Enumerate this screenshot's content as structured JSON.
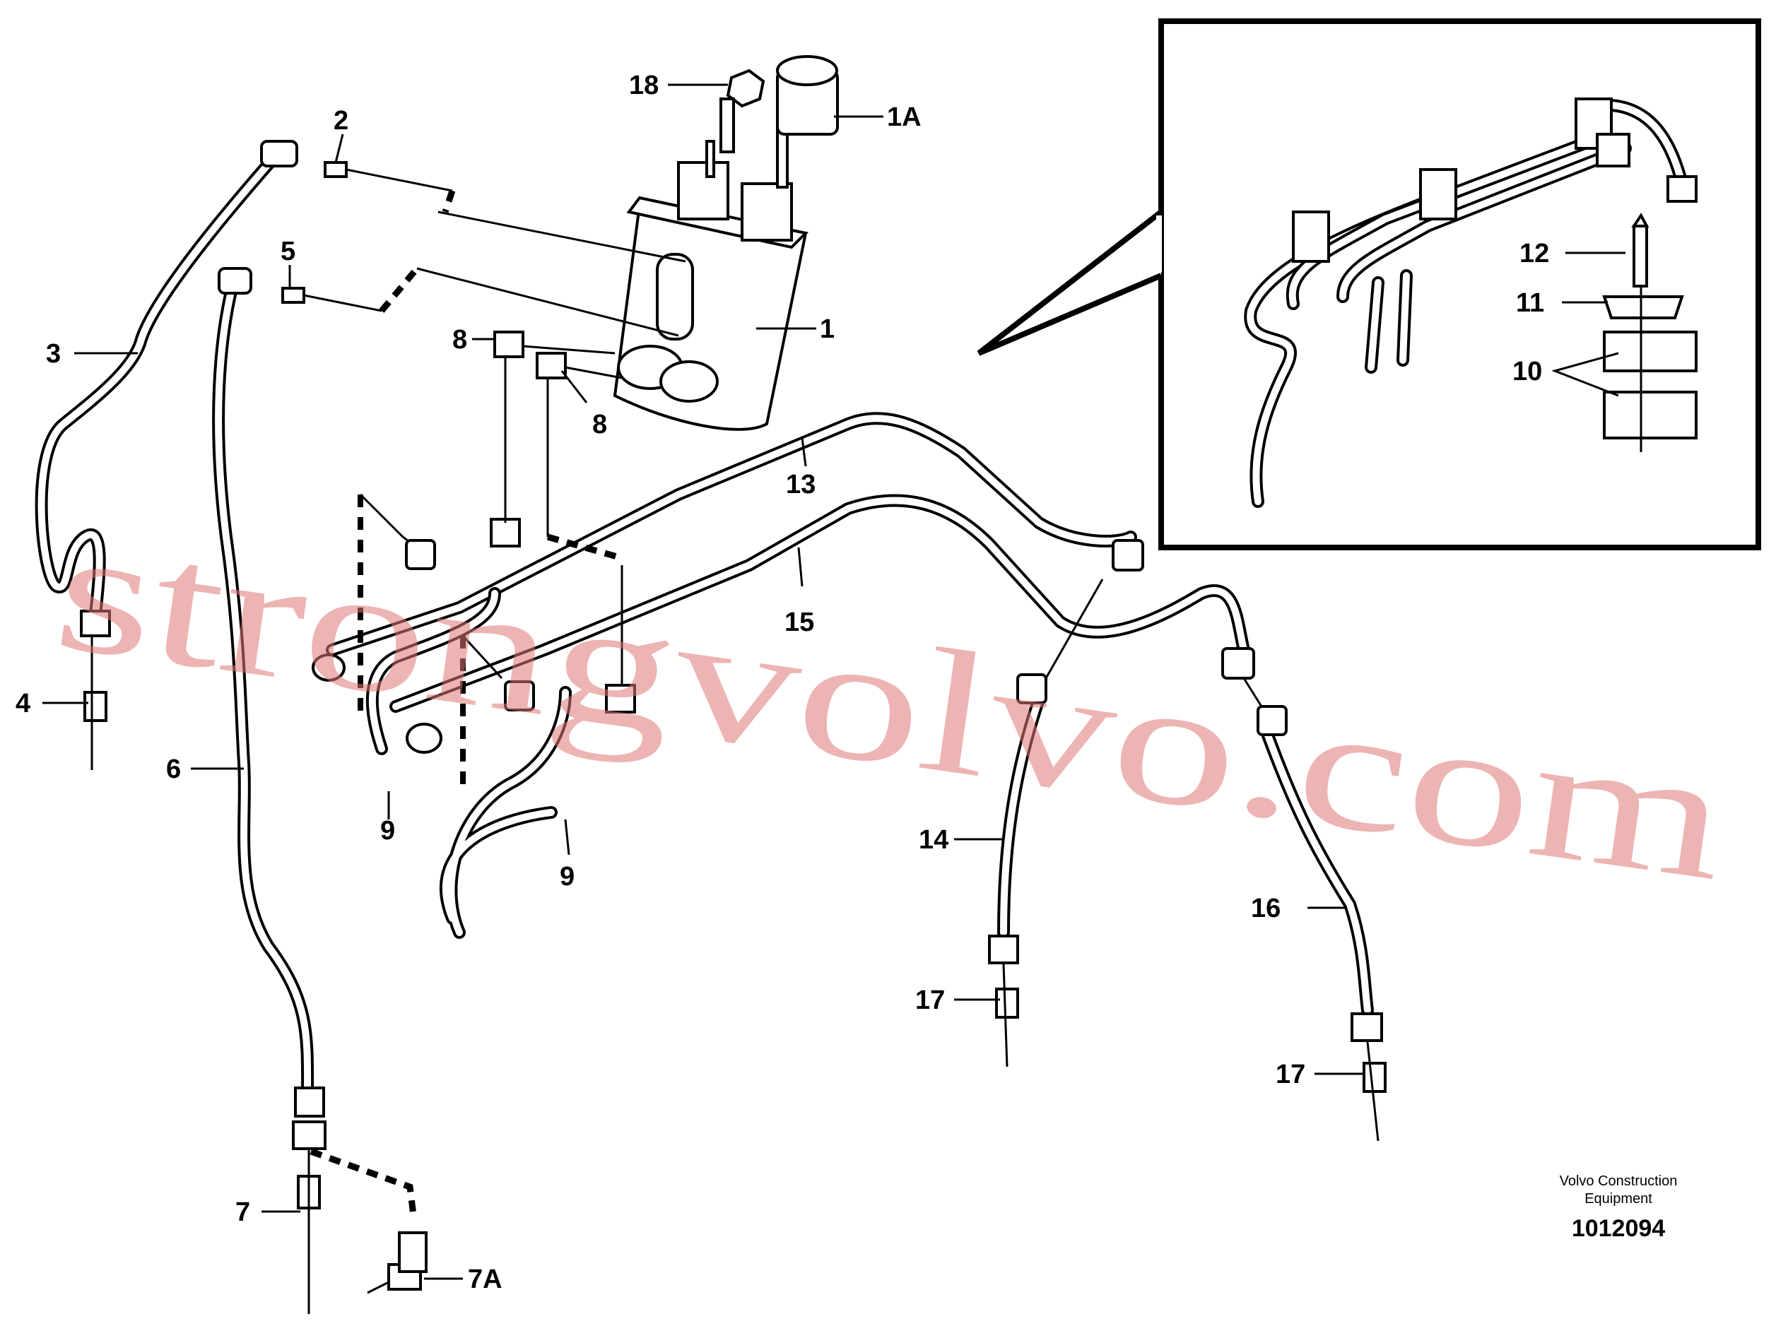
{
  "callouts": {
    "c1": "1",
    "c1a": "1A",
    "c2": "2",
    "c3": "3",
    "c4": "4",
    "c5": "5",
    "c6": "6",
    "c7": "7",
    "c7a": "7A",
    "c8a": "8",
    "c8b": "8",
    "c9a": "9",
    "c9b": "9",
    "c10": "10",
    "c11": "11",
    "c12": "12",
    "c13": "13",
    "c14": "14",
    "c15": "15",
    "c16": "16",
    "c17a": "17",
    "c17b": "17",
    "c18": "18"
  },
  "footer": {
    "brand_line1": "Volvo Construction",
    "brand_line2": "Equipment",
    "drawing_number": "1012094"
  },
  "watermark": "strongvolvo.com"
}
